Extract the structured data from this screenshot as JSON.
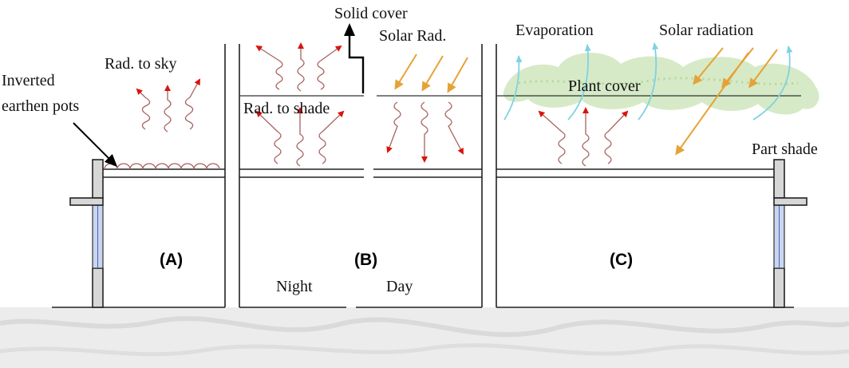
{
  "labels": {
    "rad_to_sky": "Rad. to sky",
    "inverted_pots_line1": "Inverted",
    "inverted_pots_line2": "earthen pots",
    "solid_cover": "Solid cover",
    "solar_rad": "Solar Rad.",
    "rad_to_shade": "Rad. to shade",
    "evaporation": "Evaporation",
    "solar_radiation": "Solar radiation",
    "plant_cover": "Plant cover",
    "part_shade": "Part shade",
    "night": "Night",
    "day": "Day"
  },
  "panels": {
    "a": "(A)",
    "b": "(B)",
    "c": "(C)"
  },
  "colors": {
    "heat_wave": "#a8625d",
    "red_arrow": "#d9140e",
    "solar_arrow": "#e6a236",
    "evaporation": "#7fd2e2",
    "plant_cover": "#c8e3b4",
    "ground": "#e8e8e8",
    "window": "#c9d6f0"
  }
}
